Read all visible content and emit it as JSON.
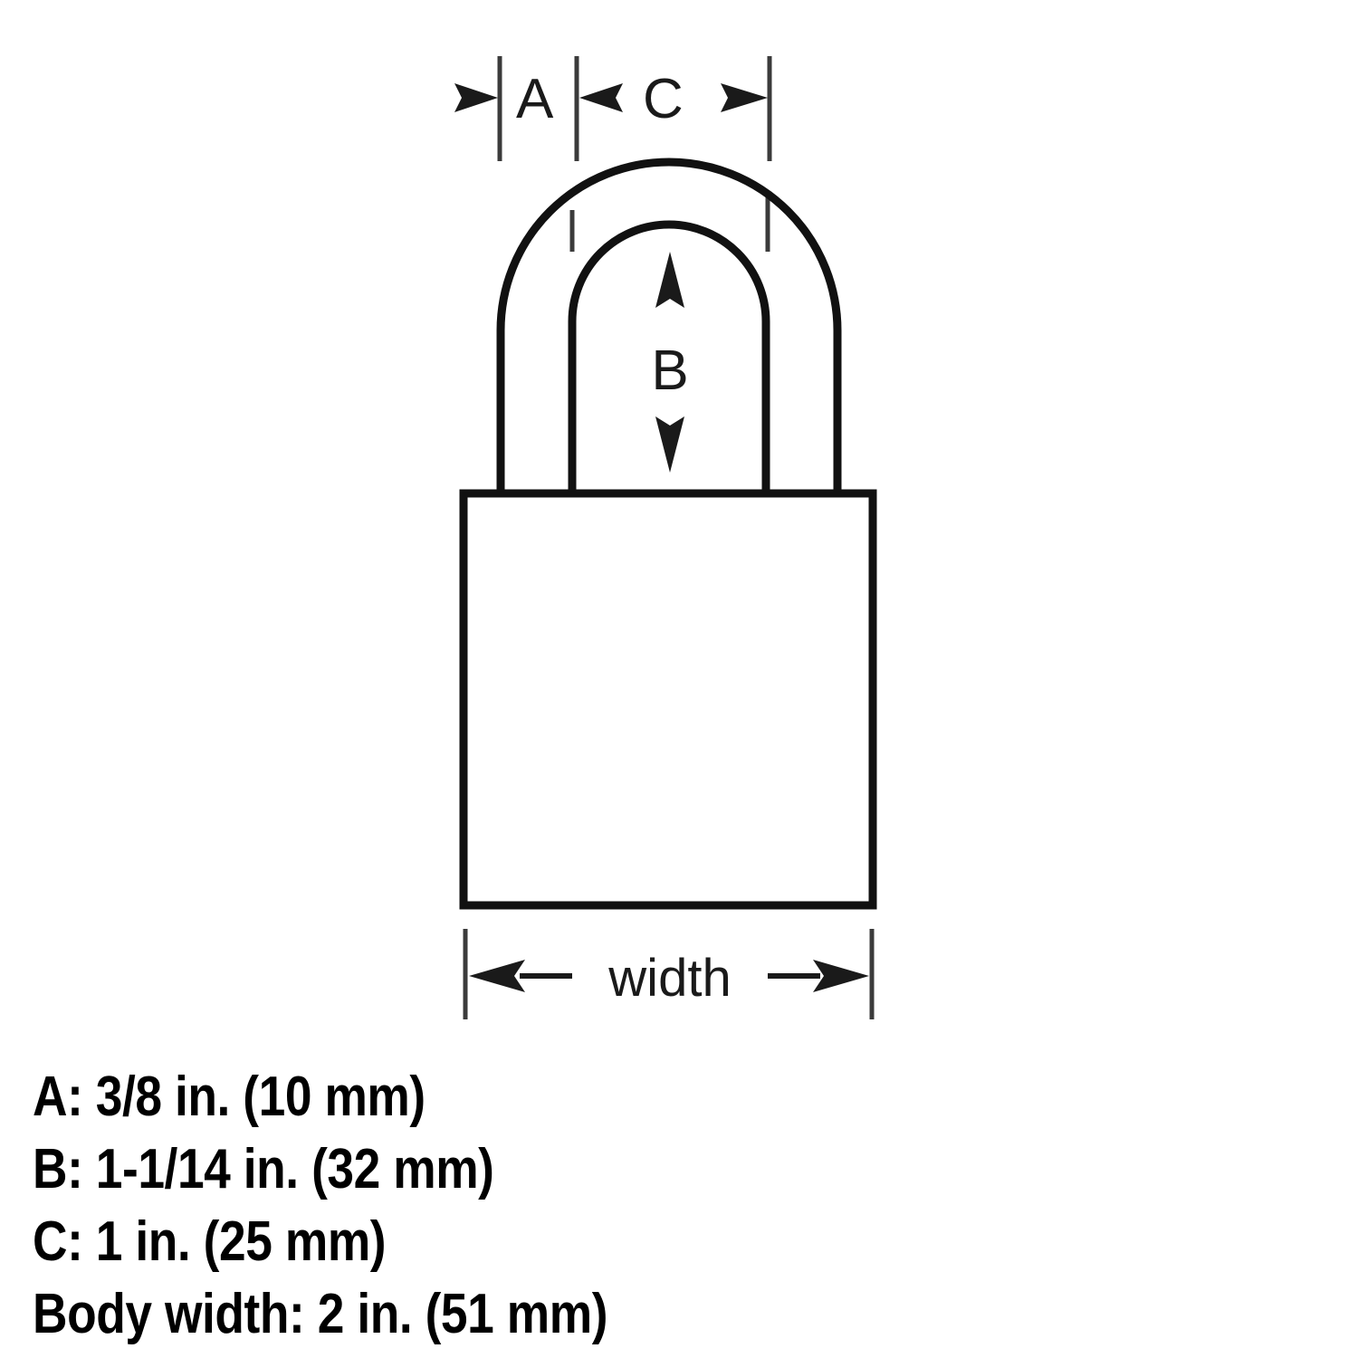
{
  "diagram": {
    "title": "Padlock dimension diagram",
    "subject": "padlock",
    "dimension_labels": {
      "a": "A",
      "b": "B",
      "c": "C",
      "width": "width"
    },
    "parts": {
      "shackle": "shackle",
      "body": "lock-body"
    }
  },
  "specs": {
    "lines": [
      "A: 3/8 in. (10 mm)",
      "B: 1-1/14 in. (32 mm)",
      "C: 1 in. (25 mm)",
      "Body width: 2 in. (51 mm)"
    ],
    "items": [
      {
        "key": "A",
        "label": "A:",
        "imperial": "3/8 in.",
        "metric": "(10 mm)"
      },
      {
        "key": "B",
        "label": "B:",
        "imperial": "1-1/14 in.",
        "metric": "(32 mm)"
      },
      {
        "key": "C",
        "label": "C:",
        "imperial": "1 in.",
        "metric": "(25 mm)"
      },
      {
        "key": "Body width",
        "label": "Body width:",
        "imperial": "2 in.",
        "metric": "(51 mm)"
      }
    ]
  },
  "colors": {
    "background": "#ffffff",
    "ink": "#111111",
    "extension_line": "#3b3b3b",
    "text": "#000000"
  }
}
